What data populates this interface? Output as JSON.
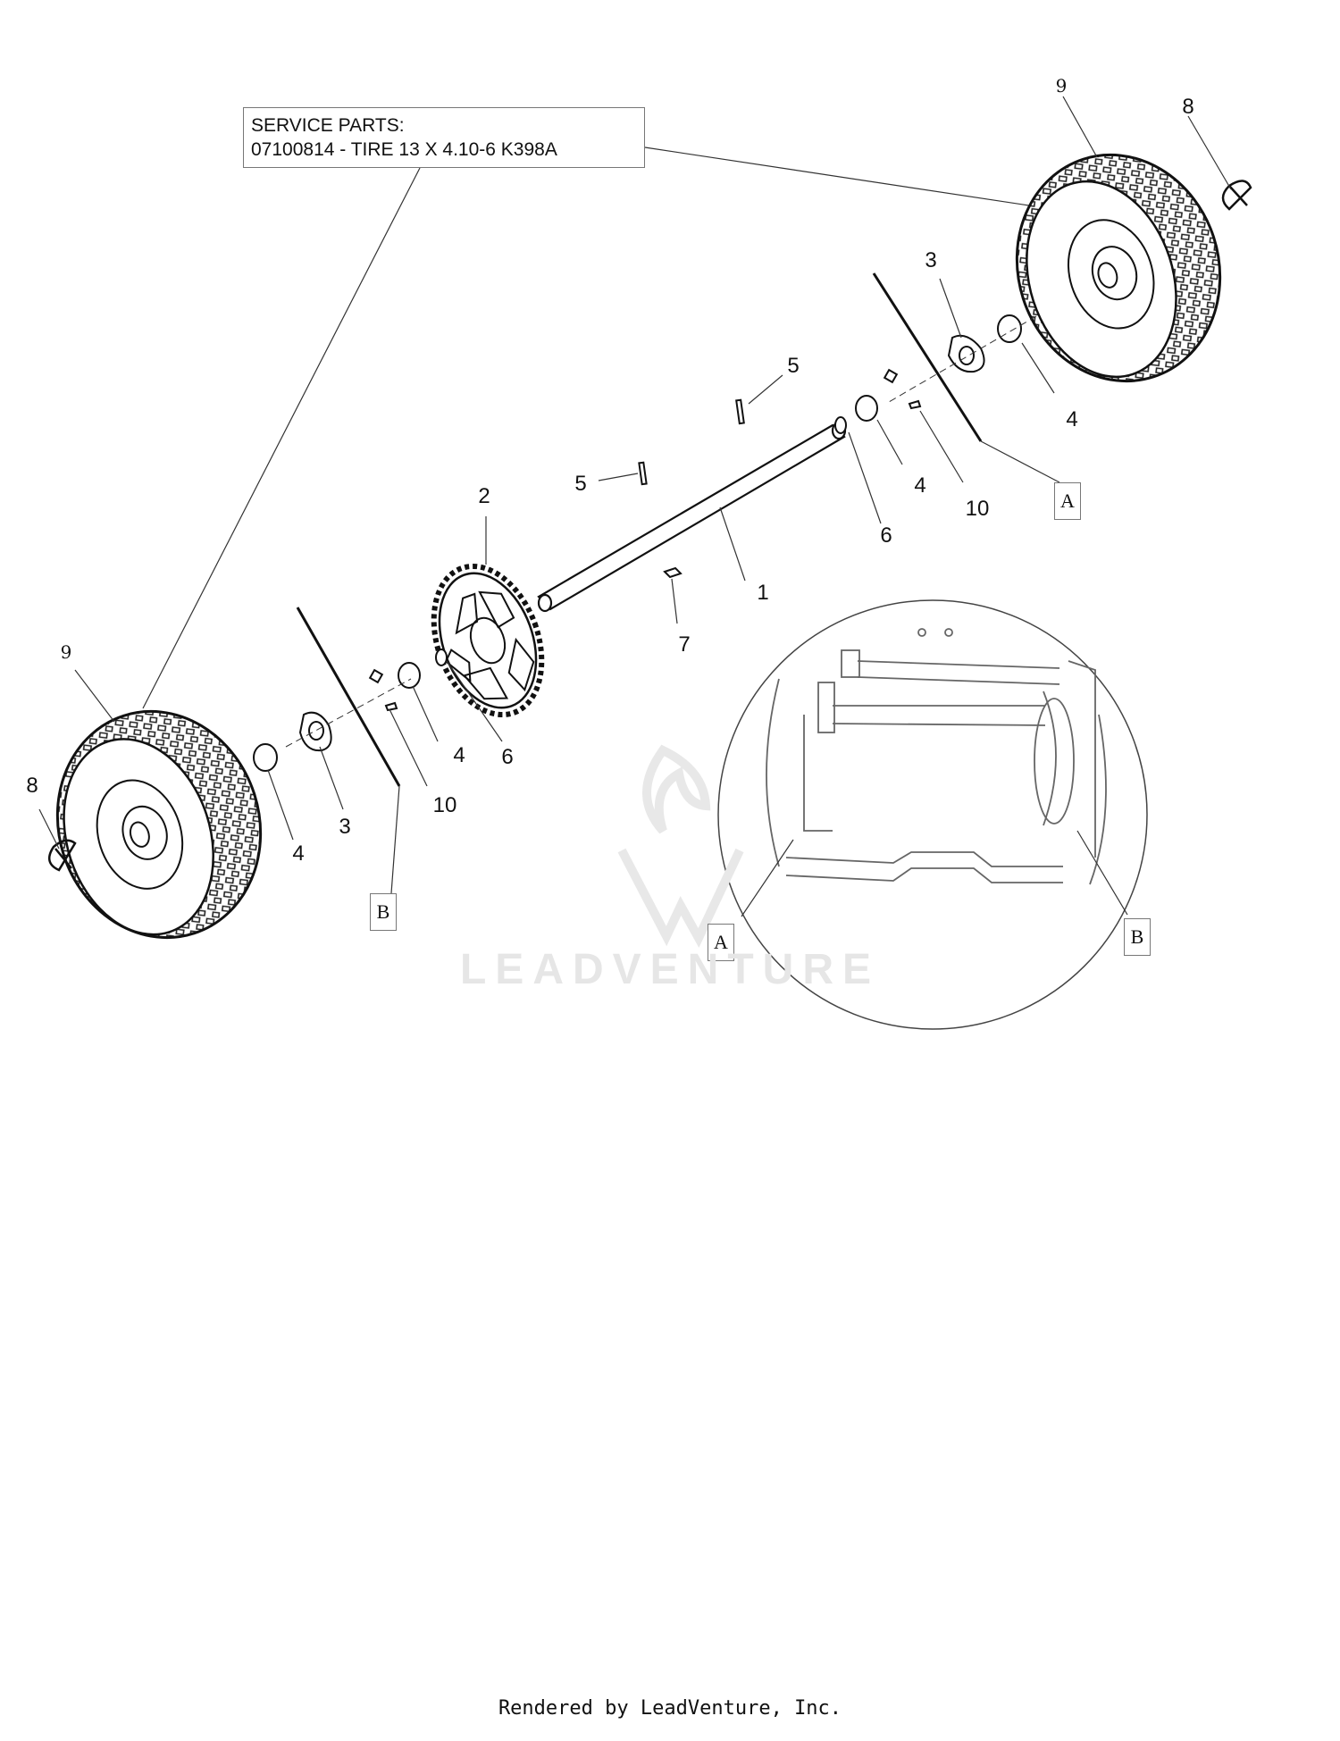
{
  "service_parts": {
    "heading": "SERVICE PARTS:",
    "line": "07100814 - TIRE 13 X 4.10-6 K398A"
  },
  "callouts": [
    {
      "id": "c1",
      "label": "1"
    },
    {
      "id": "c2",
      "label": "2"
    },
    {
      "id": "c3a",
      "label": "3"
    },
    {
      "id": "c3b",
      "label": "3"
    },
    {
      "id": "c4a",
      "label": "4"
    },
    {
      "id": "c4b",
      "label": "4"
    },
    {
      "id": "c4c",
      "label": "4"
    },
    {
      "id": "c4d",
      "label": "4"
    },
    {
      "id": "c5a",
      "label": "5"
    },
    {
      "id": "c5b",
      "label": "5"
    },
    {
      "id": "c6a",
      "label": "6"
    },
    {
      "id": "c6b",
      "label": "6"
    },
    {
      "id": "c7",
      "label": "7"
    },
    {
      "id": "c8a",
      "label": "8"
    },
    {
      "id": "c8b",
      "label": "8"
    },
    {
      "id": "c9a",
      "label": "9"
    },
    {
      "id": "c9b",
      "label": "9"
    },
    {
      "id": "c10a",
      "label": "10"
    },
    {
      "id": "c10b",
      "label": "10"
    }
  ],
  "ref_labels": {
    "a": "A",
    "b": "B"
  },
  "watermark": "LEADVENTURE",
  "footer": "Rendered by LeadVenture, Inc."
}
